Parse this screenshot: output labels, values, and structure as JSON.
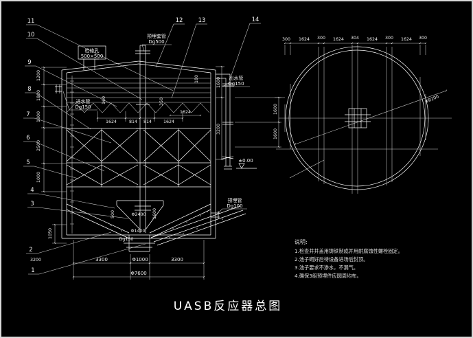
{
  "title": "UASB反应器总图",
  "elevation": {
    "callouts_left": [
      "11",
      "10",
      "9",
      "8",
      "7",
      "6",
      "5",
      "4",
      "3",
      "2",
      "1"
    ],
    "callouts_top": [
      "12",
      "13",
      "14"
    ],
    "labels": {
      "manhole": "检修孔",
      "manhole_size": "500×500",
      "sleeve": "预埋套管",
      "sleeve_size": "Dg500",
      "inlet": "进水管",
      "inlet_size": "Dg150",
      "outlet": "出水管",
      "outlet_size": "Dg150",
      "embed_pipe": "预埋管",
      "embed_pipe_size": "Dg100",
      "level": "±0.00"
    },
    "dims": {
      "left_chain": [
        "1200",
        "1800",
        "1800",
        "2500",
        "1000"
      ],
      "hopper": "1050",
      "corner": "3200",
      "mid_chain": [
        "1624",
        "814",
        "814",
        "1624"
      ],
      "mid_extra": "1624",
      "sep_height": "160",
      "hood_height": "350",
      "roof_gap": "180",
      "hood_drop": "500",
      "cone_height": "1600",
      "hood_dia": "Φ2400",
      "pit_flange_dia": "Φ1400",
      "drain": "Dg150",
      "bottom_chain": [
        "3300",
        "Φ1000",
        "3300"
      ],
      "bottom_overall": "Φ7600",
      "right_upper": "1600",
      "right_lower": "3200",
      "far_right": [
        "1600",
        "1600"
      ]
    }
  },
  "plan": {
    "top_chain": [
      "300",
      "1624",
      "300",
      "1624",
      "304",
      "1624",
      "300",
      "1624",
      "300"
    ],
    "diameter": "Φ8200"
  },
  "notes": {
    "heading": "说明:",
    "items": [
      "1.检查井井盖用铸铁制成并用耐腐蚀性螺栓固定。",
      "2.池子砌好后待设备进场后封顶。",
      "3.池子要求不渗水，不漏气。",
      "4.确保3组预埋件应圆周均布。"
    ]
  }
}
